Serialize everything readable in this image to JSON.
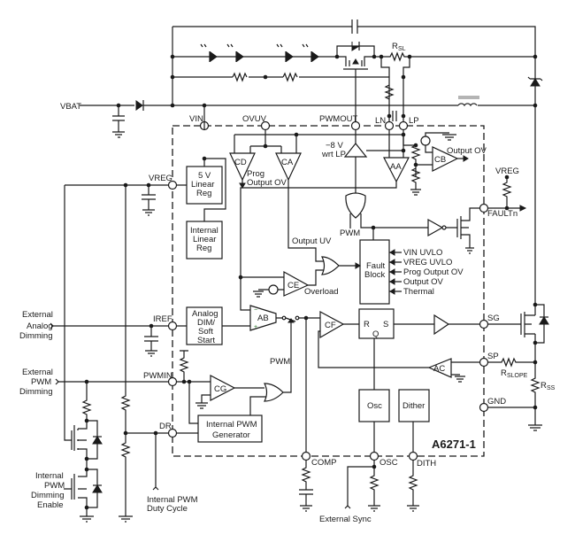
{
  "title": "A6271-1",
  "pins": {
    "vin": "VIN",
    "ovuv": "OVUV",
    "pwmout": "PWMOUT",
    "ln": "LN",
    "lp": "LP",
    "vreg": "VREG",
    "iref": "IREF",
    "pwmin": "PWMIN",
    "dr": "DR",
    "faultn": "FAULTn",
    "sg": "SG",
    "sp": "SP",
    "gnd": "GND",
    "comp": "COMP",
    "osc": "OSC",
    "dith": "DITH"
  },
  "external": {
    "vbat": "VBAT",
    "vreg_pullup": "VREG",
    "analog_dim": [
      "External",
      "Analog",
      "Dimming"
    ],
    "pwm_dim": [
      "External",
      "PWM",
      "Dimming"
    ],
    "int_pwm_enable": [
      "Internal",
      "PWM",
      "Dimming",
      "Enable"
    ],
    "int_pwm_duty": [
      "Internal PWM",
      "Duty Cycle"
    ],
    "ext_sync": "External Sync",
    "rsl": "R",
    "rsl_sub": "SL",
    "rslope": "R",
    "rslope_sub": "SLOPE",
    "rss": "R",
    "rss_sub": "SS"
  },
  "blocks": {
    "lin5v": [
      "5 V",
      "Linear",
      "Reg"
    ],
    "intlin": [
      "Internal",
      "Linear",
      "Reg"
    ],
    "analog_dim": [
      "Analog",
      "DIM/",
      "Soft",
      "Start"
    ],
    "fault": [
      "Fault",
      "Block"
    ],
    "latch_r": "R",
    "latch_s": "S",
    "latch_q": "Q",
    "osc": "Osc",
    "dither": "Dither",
    "int_pwm_gen": [
      "Internal PWM",
      "Generator"
    ]
  },
  "amps": {
    "cd": "CD",
    "ca": "CA",
    "aa": "AA",
    "cb": "CB",
    "ce": "CE",
    "ab": "AB",
    "cf": "CF",
    "cg": "CG",
    "ac": "AC"
  },
  "signals": {
    "prog_ov": [
      "Prog",
      "Output OV"
    ],
    "neg8v": [
      "−8 V",
      "wrt LP"
    ],
    "output_ov": "Output OV",
    "output_uv": "Output UV",
    "overload": "Overload",
    "pwm_or": "PWM",
    "pwm_sw": "PWM",
    "fault_inputs": [
      "VIN UVLO",
      "VREG UVLO",
      "Prog Output OV",
      "Output OV",
      "Thermal"
    ]
  }
}
